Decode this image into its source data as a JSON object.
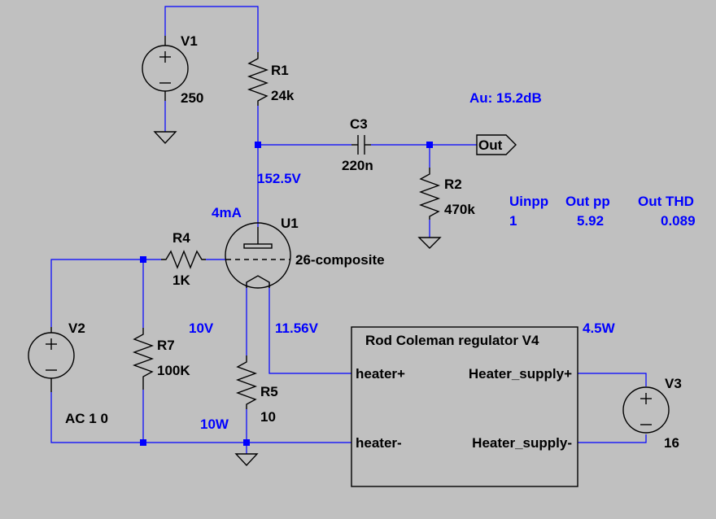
{
  "components": {
    "v1": {
      "ref": "V1",
      "value": "250"
    },
    "r1": {
      "ref": "R1",
      "value": "24k"
    },
    "c3": {
      "ref": "C3",
      "value": "220n"
    },
    "r2": {
      "ref": "R2",
      "value": "470k"
    },
    "r4": {
      "ref": "R4",
      "value": "1K"
    },
    "u1": {
      "ref": "U1",
      "value": "26-composite"
    },
    "v2": {
      "ref": "V2",
      "value": "AC 1 0"
    },
    "r7": {
      "ref": "R7",
      "value": "100K"
    },
    "r5": {
      "ref": "R5",
      "value": "10"
    },
    "v3": {
      "ref": "V3",
      "value": "16"
    }
  },
  "regulator": {
    "title": "Rod Coleman regulator V4",
    "pins": {
      "heater_plus": "heater+",
      "heater_minus": "heater-",
      "supply_plus": "Heater_supply+",
      "supply_minus": "Heater_supply-"
    }
  },
  "net_label": "Out",
  "annotations": {
    "gain": "Au: 15.2dB",
    "plate_voltage": "152.5V",
    "plate_current": "4mA",
    "grid_voltage": "10V",
    "heater_voltage": "11.56V",
    "regulator_power": "4.5W",
    "r5_power": "10W"
  },
  "measurements": {
    "headers": [
      "Uinpp",
      "Out pp",
      "Out THD"
    ],
    "values": [
      "1",
      "5.92",
      "0.089"
    ]
  },
  "colors": {
    "background": "#c0c0c0",
    "wire": "#0000ff",
    "component": "#000000",
    "annotation": "#0000ff"
  }
}
